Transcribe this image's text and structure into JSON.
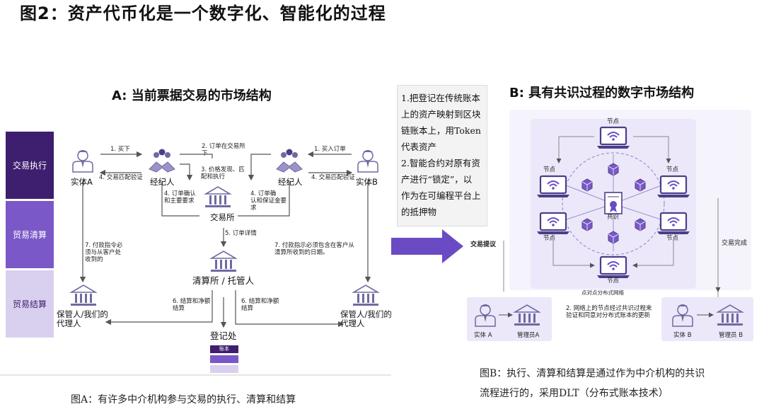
{
  "title": "图2：资产代币化是一个数字化、智能化的过程",
  "panelA": {
    "heading": "A: 当前票据交易的市场结构",
    "bands": [
      "交易执行",
      "贸易清算",
      "贸易结算"
    ],
    "nodes": {
      "entityA": "实体A",
      "brokerA": "经纪人",
      "exchange": "交易所",
      "brokerB": "经纪人",
      "entityB": "实体B",
      "clearing": "清算所 / 托管人",
      "custodianA": "保管人/我们的\n代理人",
      "custodianB": "保管人/我们的\n代理人",
      "registry": "登记处",
      "ledger": "账本"
    },
    "flows": {
      "buyA": "1. 买下",
      "matchA": "4. 交易匹配验证",
      "orderToExchange": "2. 订单在交易所\n下",
      "priceDiscovery": "3. 价格发现、匹\n配和执行",
      "confirmA": "4. 订单确认\n和主要要求",
      "confirmB": "4. 订单确\n认和保证金要\n求",
      "buyB": "1. 买入订单",
      "matchB": "4. 交易匹配验证",
      "orderDetail": "5. 订单详情",
      "payA": "7. 付款指令必\n须与从客户处\n收到的",
      "payB": "7. 付款指示必须包含在客户从\n清算所收到的日期。",
      "settleA": "6. 结算和净额\n结算",
      "settleB": "6. 结算和净额\n结算"
    },
    "caption": "图A：有许多中介机构参与交易的执行、清算和结算"
  },
  "note": {
    "lines": [
      "1.把登记在传统账本",
      "上的资产映射到区块",
      "链账本上，用Token",
      "代表资产",
      "2.智能合约对原有资",
      "产进行“锁定”，以",
      "作为在可编程平台上",
      "的抵押物"
    ]
  },
  "arrow_label": "交易提议",
  "panelB": {
    "heading": "B: 具有共识过程的数字市场结构",
    "node_label": "节点",
    "consensus": "共识",
    "network": "点对点分布式网络",
    "completed": "交易完成",
    "update": "2. 网络上的节点经过共识过程来\n验证和同意对分布式账本的更新",
    "entityA": "实体 A",
    "adminA": "管理员A",
    "entityB": "实体 B",
    "adminB": "管理员 B",
    "caption_line1": "图B：执行、清算和结算是通过作为中介机构的共识",
    "caption_line2": "流程进行的，采用DLT（分布式账本技术）"
  },
  "colors": {
    "band1": "#3e1e6e",
    "band2": "#7a58c8",
    "band3": "#d9d0f0",
    "accent": "#6a4bc4",
    "icon": "#6f6aa0",
    "networkBg": "#ece8fa",
    "outerBg": "#f5f3fb"
  },
  "icons": [
    "person-icon",
    "handshake-icon",
    "bank-icon",
    "laptop-wifi-icon",
    "certificate-icon",
    "block-icon"
  ]
}
